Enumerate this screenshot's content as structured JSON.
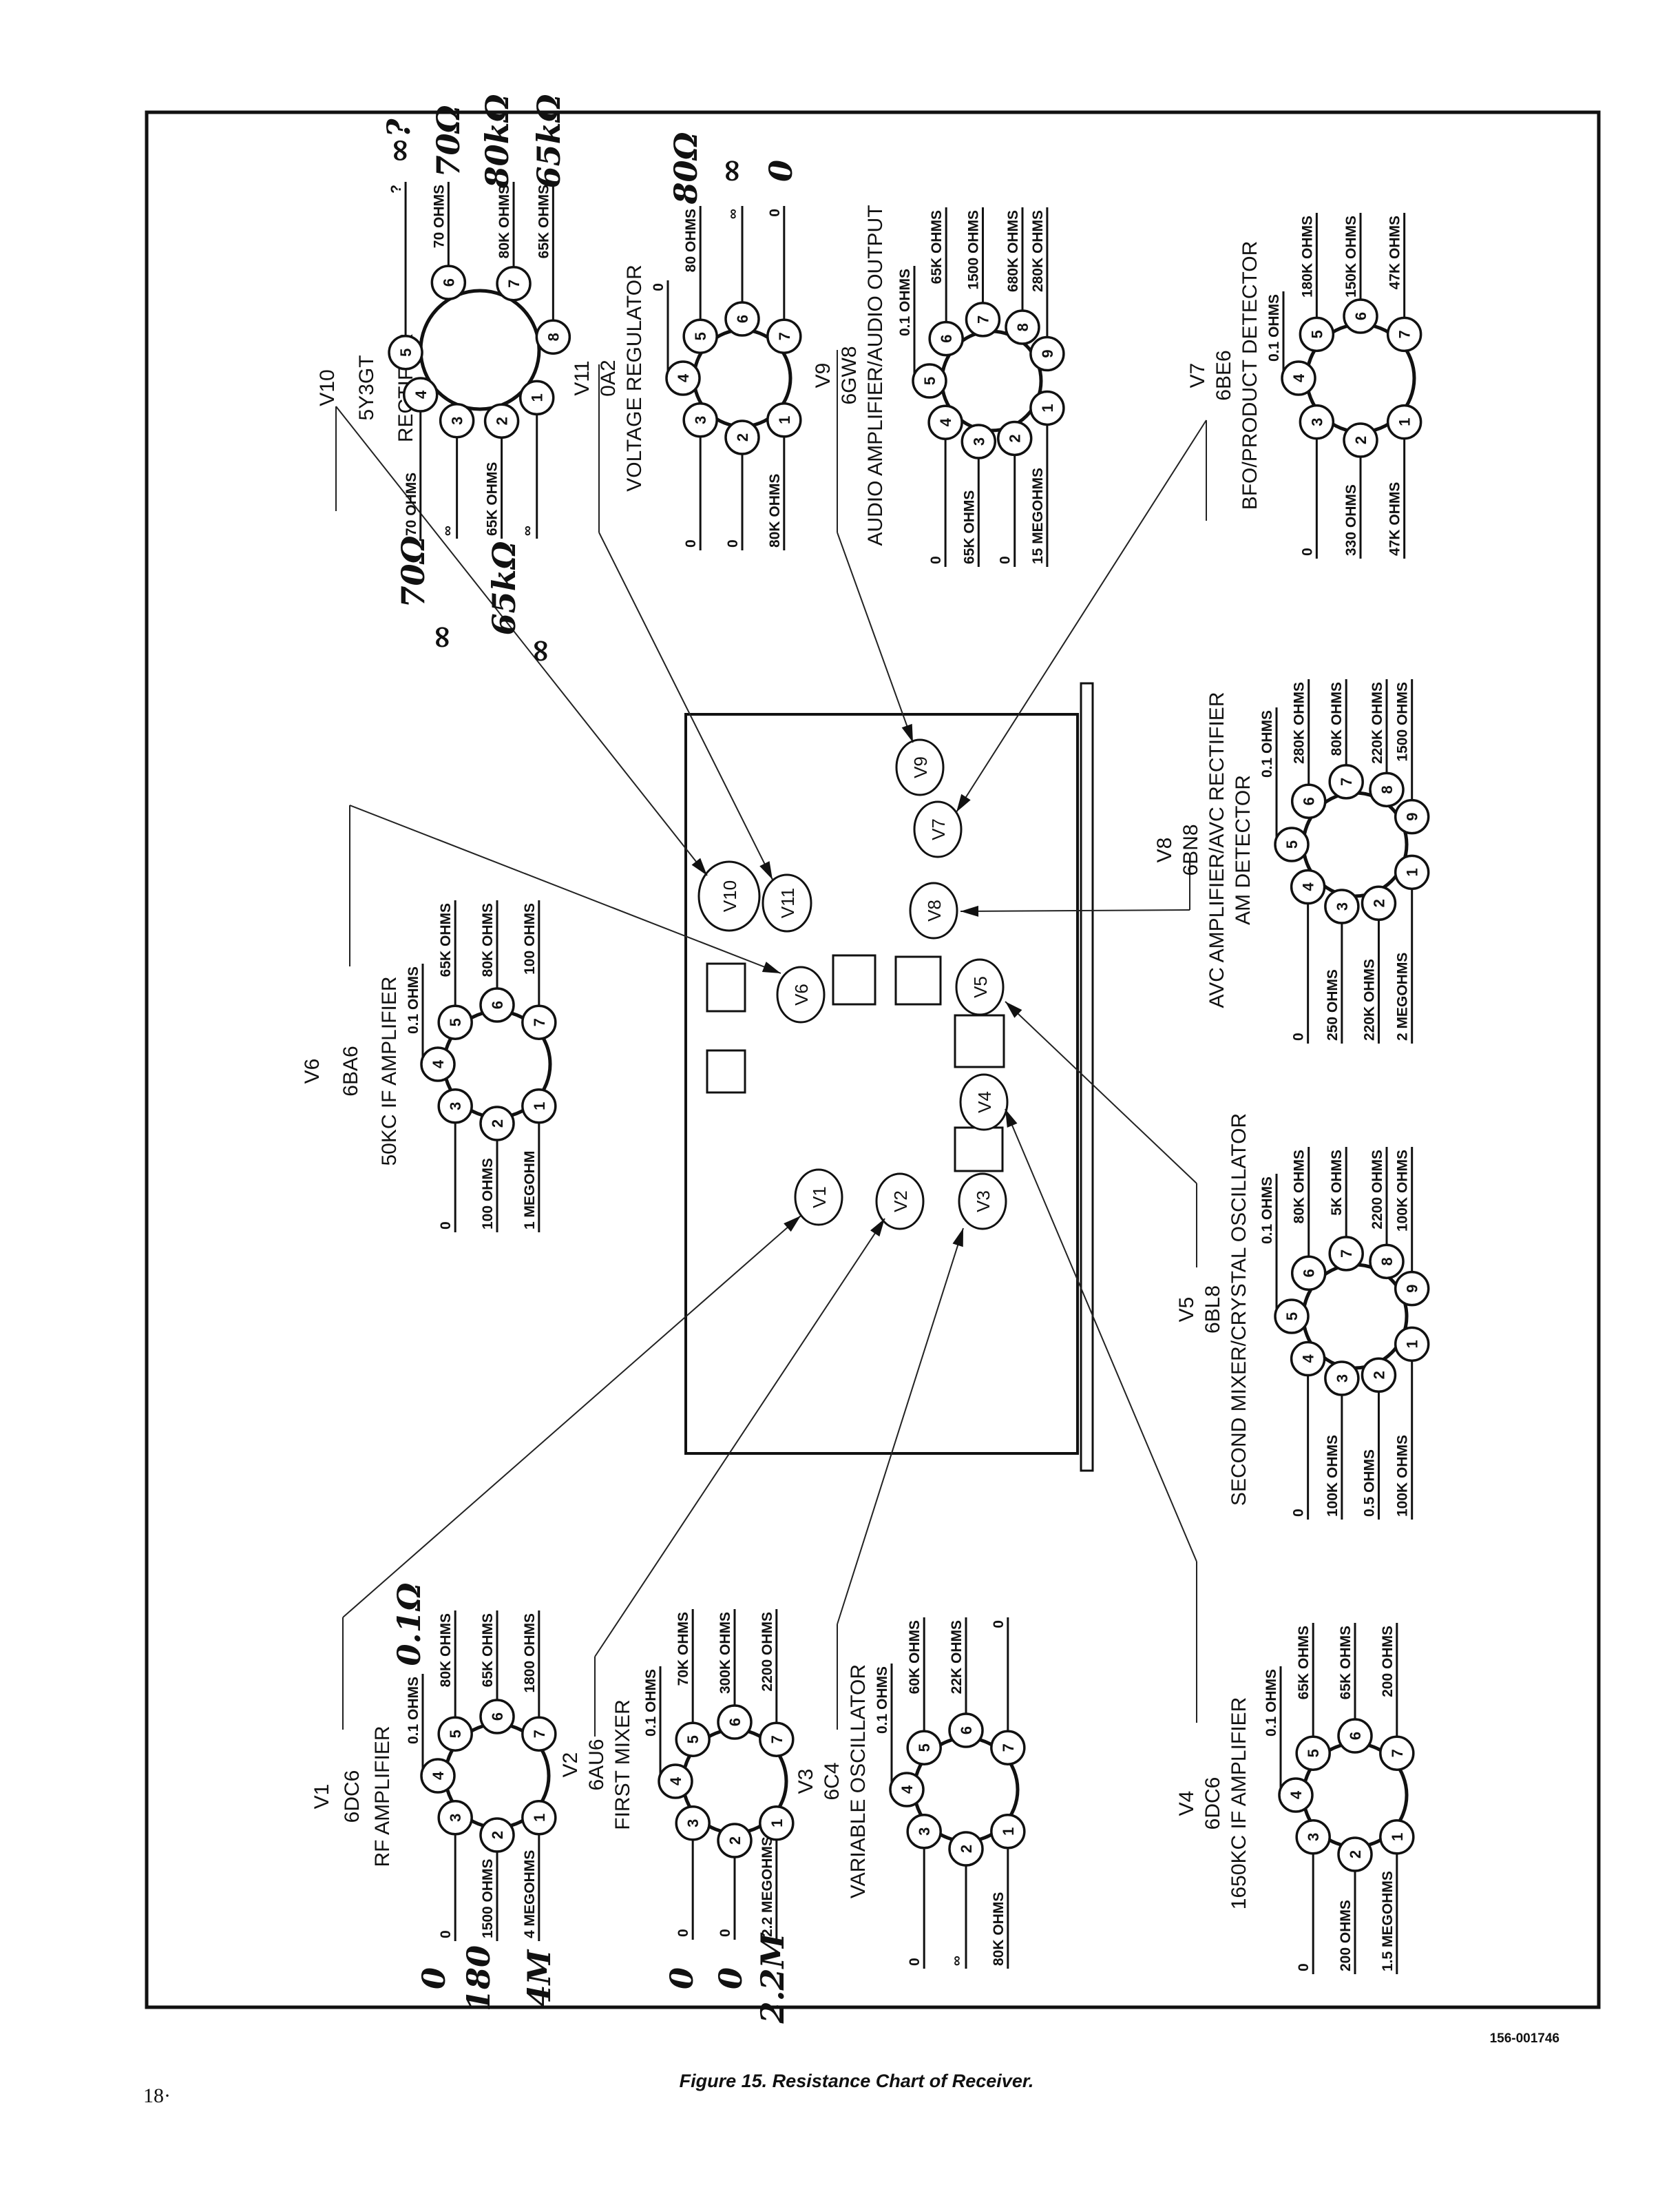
{
  "tubes": [
    {
      "id": "V10",
      "type": "5Y3GT",
      "function": [
        "RECTIFIER"
      ],
      "pins": {
        "1": "∞",
        "2": "65K OHMS",
        "3": "∞",
        "4": "70 OHMS",
        "5": "?",
        "6": "70 OHMS",
        "7": "80K OHMS",
        "8": "65K OHMS"
      }
    },
    {
      "id": "V11",
      "type": "0A2",
      "function": [
        "VOLTAGE REGULATOR"
      ],
      "pins": {
        "1": "80K OHMS",
        "2": "0",
        "3": "0",
        "4": "0",
        "5": "80 OHMS",
        "6": "∞",
        "7": "0"
      }
    },
    {
      "id": "V9",
      "type": "6GW8",
      "function": [
        "AUDIO AMPLIFIER/AUDIO OUTPUT"
      ],
      "pins": {
        "1": "15 MEGOHMS",
        "2": "0",
        "3": "65K OHMS",
        "4": "0",
        "5": "0.1 OHMS",
        "6": "65K OHMS",
        "7": "1500 OHMS",
        "8": "680K OHMS",
        "9": "280K OHMS"
      }
    },
    {
      "id": "V7",
      "type": "6BE6",
      "function": [
        "BFO/PRODUCT DETECTOR"
      ],
      "pins": {
        "1": "47K OHMS",
        "2": "330 OHMS",
        "3": "0",
        "4": "0.1 OHMS",
        "5": "180K OHMS",
        "6": "150K OHMS",
        "7": "47K OHMS"
      }
    },
    {
      "id": "V6",
      "type": "6BA6",
      "function": [
        "50KC IF AMPLIFIER"
      ],
      "pins": {
        "1": "1 MEGOHM",
        "2": "100 OHMS",
        "3": "0",
        "4": "0.1 OHMS",
        "5": "65K OHMS",
        "6": "80K OHMS",
        "7": "100 OHMS"
      }
    },
    {
      "id": "V8",
      "type": "6BN8",
      "function": [
        "AVC AMPLIFIER/AVC RECTIFIER",
        "AM DETECTOR"
      ],
      "pins": {
        "1": "2 MEGOHMS",
        "2": "220K OHMS",
        "3": "250 OHMS",
        "4": "0",
        "5": "0.1 OHMS",
        "6": "280K OHMS",
        "7": "80K OHMS",
        "8": "220K OHMS",
        "9": "1500 OHMS"
      }
    },
    {
      "id": "V5",
      "type": "6BL8",
      "function": [
        "SECOND MIXER/CRYSTAL OSCILLATOR"
      ],
      "pins": {
        "1": "100K OHMS",
        "2": "0.5 OHMS",
        "3": "100K OHMS",
        "4": "0",
        "5": "0.1 OHMS",
        "6": "80K OHMS",
        "7": "5K OHMS",
        "8": "2200 OHMS",
        "9": "100K OHMS"
      }
    },
    {
      "id": "V1",
      "type": "6DC6",
      "function": [
        "RF AMPLIFIER"
      ],
      "pins": {
        "1": "4 MEGOHMS",
        "2": "1500 OHMS",
        "3": "0",
        "4": "0.1 OHMS",
        "5": "80K OHMS",
        "6": "65K OHMS",
        "7": "1800 OHMS"
      }
    },
    {
      "id": "V2",
      "type": "6AU6",
      "function": [
        "FIRST MIXER"
      ],
      "pins": {
        "1": "2.2 MEGOHMS",
        "2": "0",
        "3": "0",
        "4": "0.1 OHMS",
        "5": "70K OHMS",
        "6": "300K OHMS",
        "7": "2200 OHMS"
      }
    },
    {
      "id": "V3",
      "type": "6C4",
      "function": [
        "VARIABLE OSCILLATOR"
      ],
      "pins": {
        "1": "80K OHMS",
        "2": "∞",
        "3": "0",
        "4": "0.1 OHMS",
        "5": "60K OHMS",
        "6": "22K OHMS",
        "7": "0"
      }
    },
    {
      "id": "V4",
      "type": "6DC6",
      "function": [
        "1650KC IF AMPLIFIER"
      ],
      "pins": {
        "1": "1.5 MEGOHMS",
        "2": "200 OHMS",
        "3": "0",
        "4": "0.1 OHMS",
        "5": "65K OHMS",
        "6": "65K OHMS",
        "7": "200 OHMS"
      }
    }
  ],
  "handwritten_notes": [
    "∞?",
    "70Ω",
    "80kΩ",
    "65kΩ",
    "70Ω",
    "∞",
    "65kΩ",
    "∞",
    "80Ω",
    "∞",
    "0",
    "0.1Ω",
    "0",
    "180",
    "4M",
    "0",
    "0",
    "2.2M"
  ],
  "figure_caption": "Figure 15.  Resistance Chart of Receiver.",
  "drawing_number": "156-001746",
  "page_number": "18·"
}
